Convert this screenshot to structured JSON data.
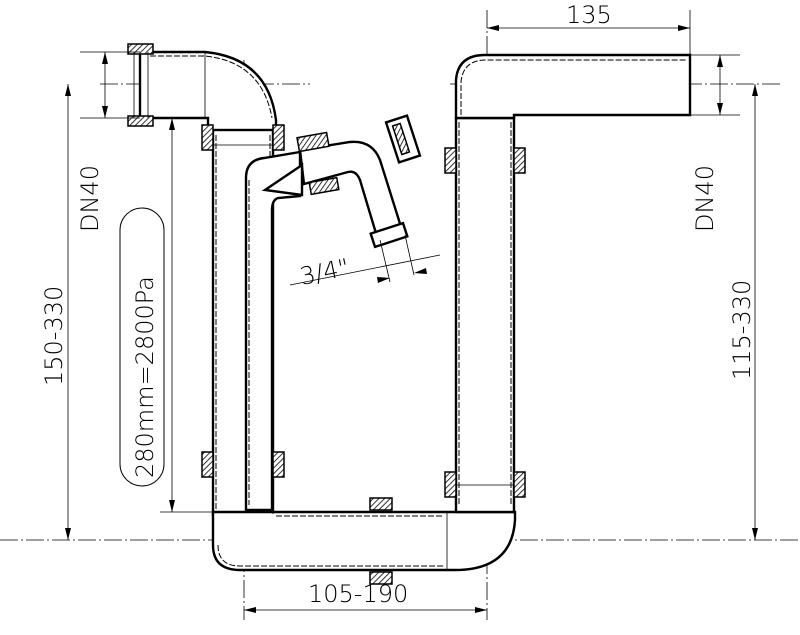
{
  "drawing": {
    "title": "Siphon technical drawing",
    "dimensions": {
      "top_width": "135",
      "left_diameter": "DN40",
      "right_diameter": "DN40",
      "left_height": "150-330",
      "right_height": "115-330",
      "water_seal": "280mm=2800Pa",
      "bottom_width": "105-190",
      "valve_connection": "3/4\""
    }
  }
}
